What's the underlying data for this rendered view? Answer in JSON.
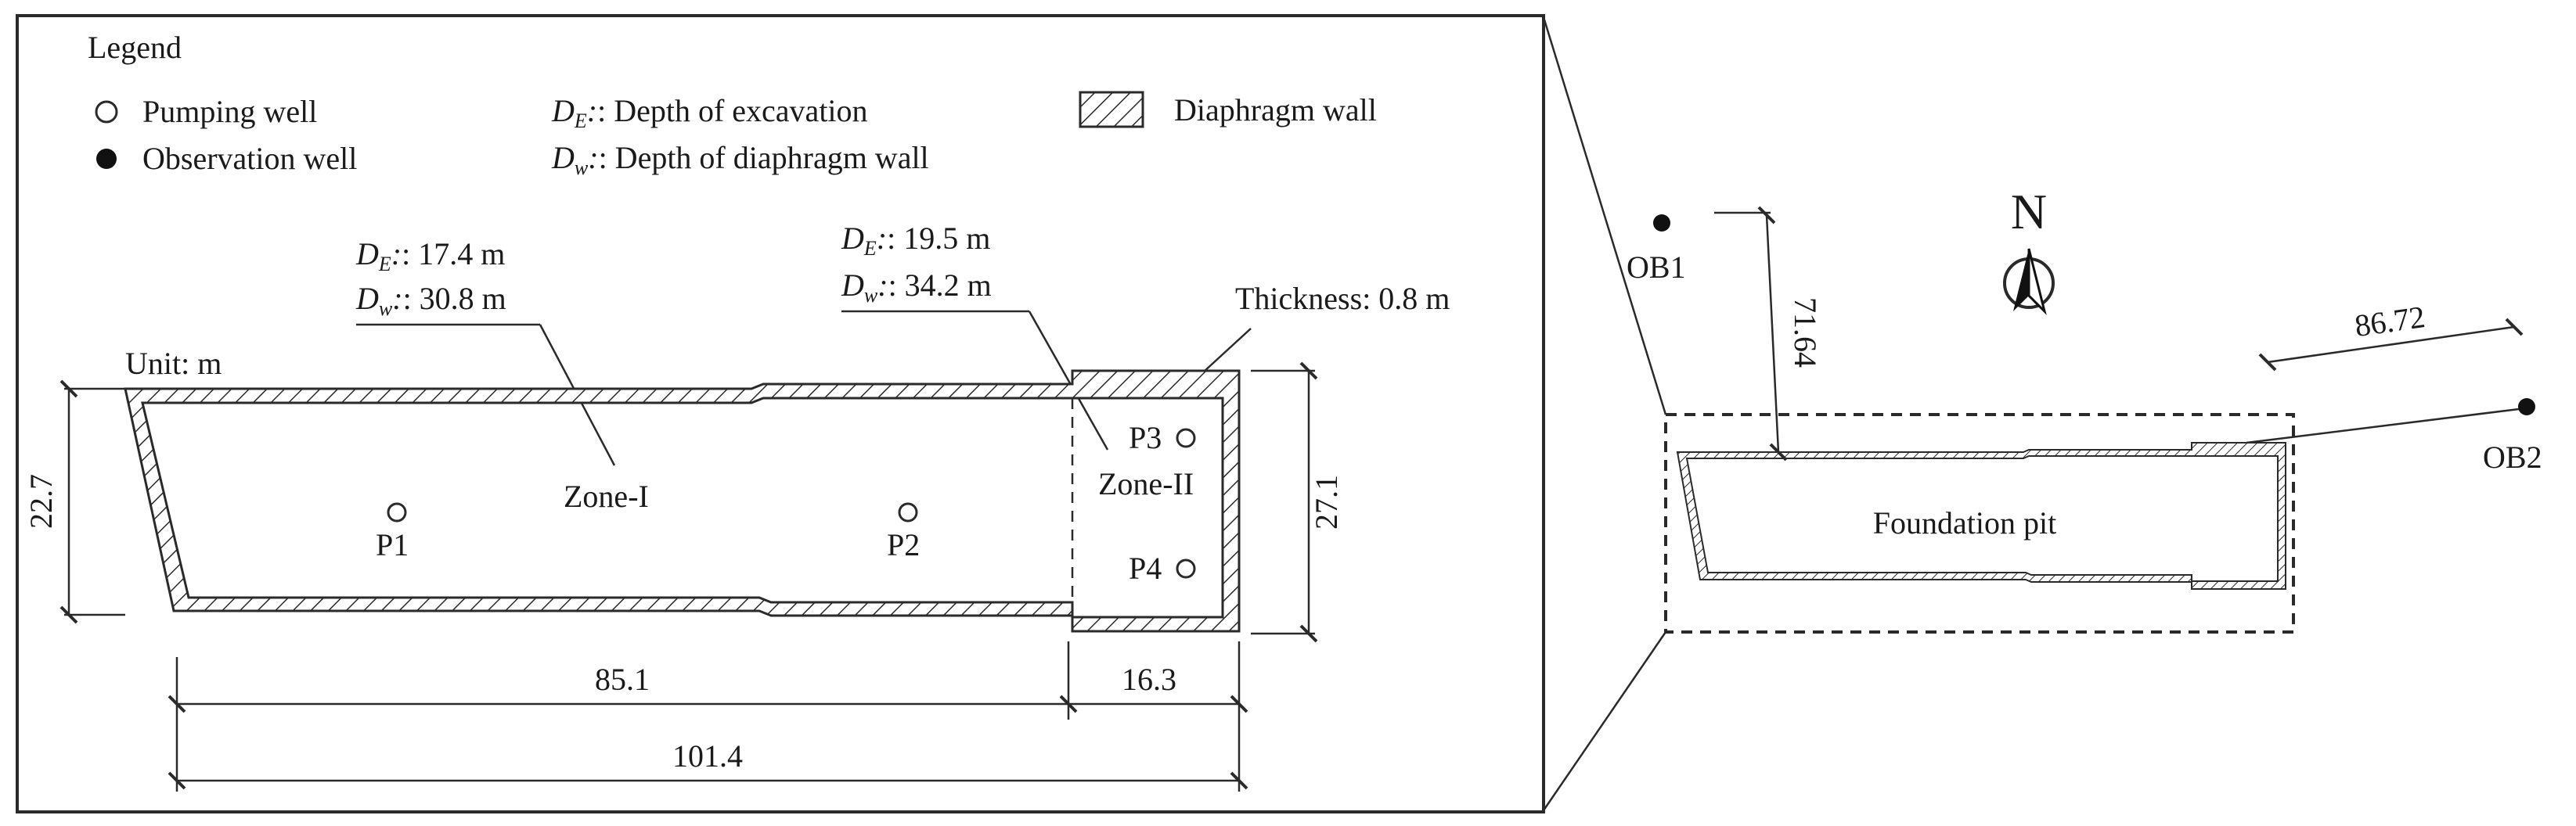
{
  "legend": {
    "title": "Legend",
    "pumping_well": "Pumping well",
    "observation_well": "Observation well",
    "de_symbol": "D",
    "de_sub": "E",
    "de_text": ": Depth of excavation",
    "dw_symbol": "D",
    "dw_sub": "w",
    "dw_text": ": Depth of diaphragm wall",
    "diaphragm_wall": "Diaphragm wall"
  },
  "unit": "Unit: m",
  "zones": {
    "zone1": {
      "label": "Zone-I",
      "de_label": "D",
      "de_sub": "E",
      "de_value": ": 17.4 m",
      "dw_label": "D",
      "dw_sub": "w",
      "dw_value": ": 30.8 m"
    },
    "zone2": {
      "label": "Zone-II",
      "de_label": "D",
      "de_sub": "E",
      "de_value": ": 19.5 m",
      "dw_label": "D",
      "dw_sub": "w",
      "dw_value": ": 34.2 m"
    }
  },
  "thickness": "Thickness: 0.8 m",
  "wells": {
    "p1": "P1",
    "p2": "P2",
    "p3": "P3",
    "p4": "P4"
  },
  "dimensions": {
    "left_height": "22.7",
    "right_height": "27.1",
    "zone1_length": "85.1",
    "zone2_length": "16.3",
    "total_length": "101.4"
  },
  "site": {
    "north": "N",
    "ob1": "OB1",
    "ob2": "OB2",
    "dist_ob1": "71.64",
    "dist_ob2": "86.72",
    "pit_label": "Foundation pit"
  },
  "colors": {
    "line": "#2a2a2a",
    "text": "#1a1a1a",
    "background": "#ffffff"
  }
}
